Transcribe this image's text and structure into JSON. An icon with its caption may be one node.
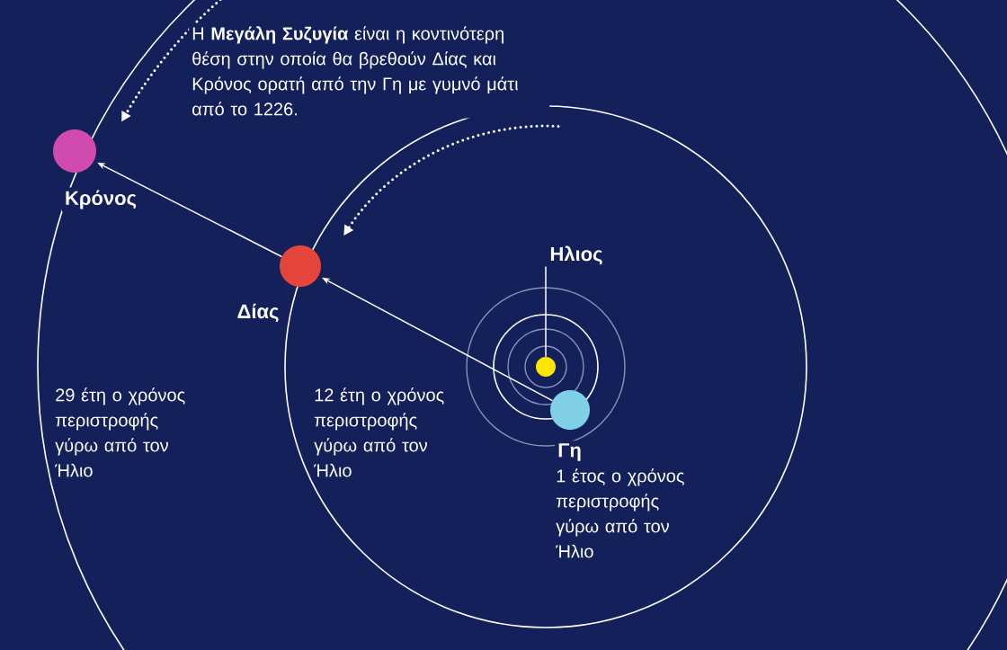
{
  "diagram": {
    "nodes": [
      {
        "text": [
          "Κρόνος"
        ]
      },
      {
        "text": [
          "Δίας"
        ]
      },
      {
        "text": [
          "Ηλιος"
        ]
      },
      {
        "text": [],
        "shape": "circle"
      },
      {
        "text": [
          "Γη"
        ],
        "beside": [
          "1 έτος ο χρόνος περιστροφής γύρω από τον Ήλιο"
        ]
      }
    ],
    "edges": [
      {
        "from": 4,
        "to": 1,
        "arrow": "to"
      },
      {
        "from": 1,
        "to": 0,
        "arrow": "to"
      },
      {
        "from": 2,
        "to": 3,
        "arrow": "none"
      }
    ],
    "labels": [
      "Η **Μεγάλη Συζυγία** είναι η κοντινότερη θέση στην οποία θα βρεθούν Δίας και Κρόνος ορατή από την Γη με γυμνό μάτι από το 1226.",
      "29 έτη ο χρόνος περιστροφής γύρω από τον Ήλιο",
      "12 έτη ο χρόνος περιστροφής γύρω από τον Ήλιο"
    ]
  }
}
